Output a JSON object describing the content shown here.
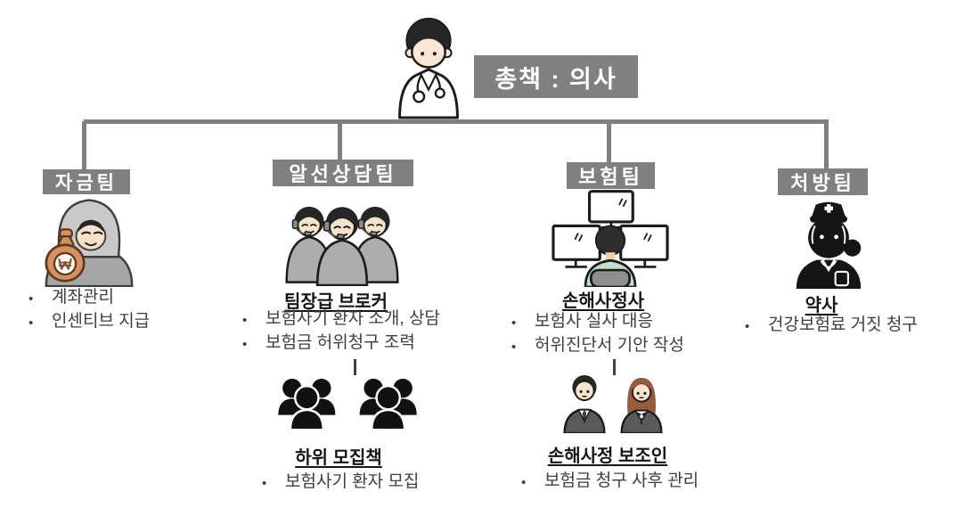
{
  "page": {
    "type": "organization-chart",
    "background": "#ffffff"
  },
  "colors": {
    "label_box_bg": "#808080",
    "label_box_text": "#ffffff",
    "connector": "#808080",
    "sub_connector": "#3f3f3f",
    "title_text": "#161616",
    "body_text": "#3e3e3e",
    "money_bag": "#d8905e",
    "shirt_teal": "#bfe0cf",
    "tie_blue": "#34558b",
    "hair_auburn": "#9a5a3c"
  },
  "root": {
    "label": "총책 : 의사",
    "icon": "doctor-icon"
  },
  "teams": [
    {
      "id": "funds",
      "label": "자금팀",
      "icon": "hooded-moneybag-icon",
      "bullets": [
        "계좌관리",
        "인센티브 지급"
      ]
    },
    {
      "id": "referral-counseling",
      "label": "알선상담팀",
      "icon": "call-center-trio-icon",
      "title": "팀장급 브로커",
      "bullets": [
        "보험사기 환자 소개, 상담",
        "보험금 허위청구 조력"
      ],
      "sub": {
        "icon": "crowd-silhouette-icon",
        "title": "하위 모집책",
        "bullets": [
          "보험사기 환자 모집"
        ]
      }
    },
    {
      "id": "insurance",
      "label": "보험팀",
      "icon": "desk-monitors-icon",
      "title": "손해사정사",
      "bullets": [
        "보험사 실사 대응",
        "허위진단서 기안 작성"
      ],
      "sub": {
        "icon": "office-duo-icon",
        "title": "손해사정 보조인",
        "bullets": [
          "보험금 청구 사후 관리"
        ]
      }
    },
    {
      "id": "prescription",
      "label": "처방팀",
      "icon": "pharmacist-icon",
      "title": "약사",
      "bullets": [
        "건강보험료 거짓 청구"
      ]
    }
  ]
}
